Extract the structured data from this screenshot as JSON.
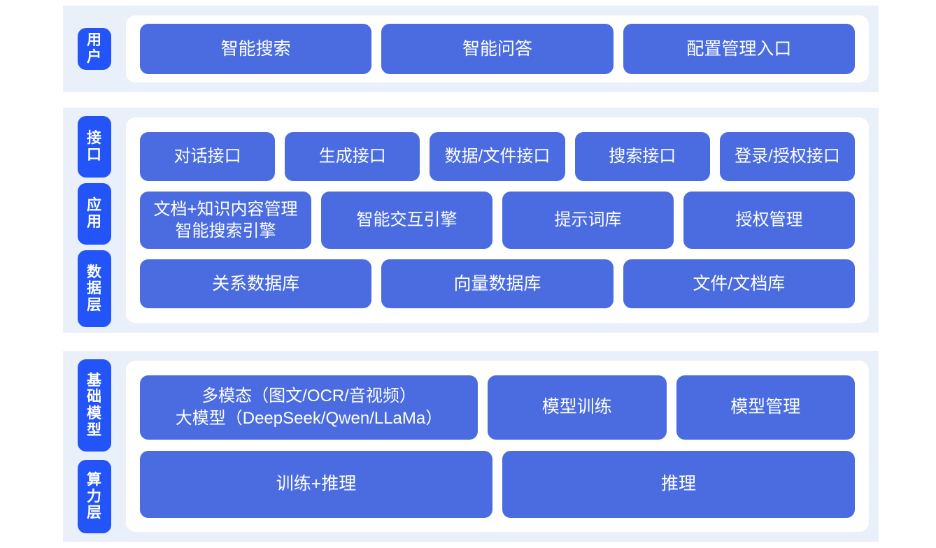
{
  "colors": {
    "tab_blue": "#2354f7",
    "block_blue": "#4a6ce0",
    "section_bg": "#eaf0f9",
    "card_bg": "#ffffff",
    "page_bg": "#ffffff",
    "text_on_blue": "#ffffff"
  },
  "sections": [
    {
      "id": "user",
      "tabs": [
        {
          "label": "用户"
        }
      ],
      "rows": [
        {
          "id": "user-entries",
          "blocks": [
            {
              "label": "智能搜索"
            },
            {
              "label": "智能问答"
            },
            {
              "label": "配置管理入口"
            }
          ]
        }
      ]
    },
    {
      "id": "mid",
      "tabs": [
        {
          "label": "接口"
        },
        {
          "label": "应用"
        },
        {
          "label": "数据层"
        }
      ],
      "rows": [
        {
          "id": "api",
          "blocks": [
            {
              "label": "对话接口"
            },
            {
              "label": "生成接口"
            },
            {
              "label": "数据/文件接口"
            },
            {
              "label": "搜索接口"
            },
            {
              "label": "登录/授权接口"
            }
          ]
        },
        {
          "id": "app",
          "blocks": [
            {
              "label": "文档+知识内容管理\n智能搜索引擎"
            },
            {
              "label": "智能交互引擎"
            },
            {
              "label": "提示词库"
            },
            {
              "label": "授权管理"
            }
          ]
        },
        {
          "id": "data",
          "blocks": [
            {
              "label": "关系数据库"
            },
            {
              "label": "向量数据库"
            },
            {
              "label": "文件/文档库"
            }
          ]
        }
      ]
    },
    {
      "id": "base",
      "tabs": [
        {
          "label": "基础模型"
        },
        {
          "label": "算力层"
        }
      ],
      "rows": [
        {
          "id": "model",
          "blocks": [
            {
              "label": "多模态（图文/OCR/音视频）\n大模型（DeepSeek/Qwen/LLaMa）"
            },
            {
              "label": "模型训练"
            },
            {
              "label": "模型管理"
            }
          ]
        },
        {
          "id": "compute",
          "blocks": [
            {
              "label": "训练+推理"
            },
            {
              "label": "推理"
            }
          ]
        }
      ]
    }
  ]
}
